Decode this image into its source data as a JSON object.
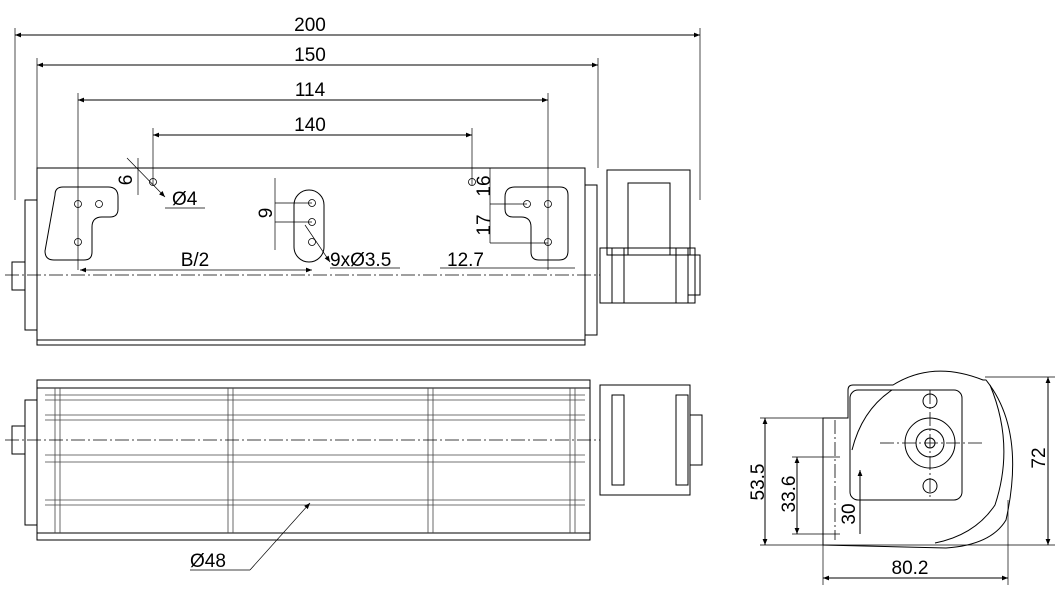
{
  "drawing": {
    "title": "Tangential fan dimension drawing",
    "top_view": {
      "dim_overall": "200",
      "dim_body": "150",
      "dim_bracket_outer": "114",
      "dim_bracket_holes": "140",
      "dim_hole_offset": "6",
      "dim_hole_diameter": "Ø4",
      "dim_slot_pitch": "9",
      "dim_slot_holes": "9xØ3.5",
      "dim_half": "B/2",
      "dim_bracket_offset": "12.7",
      "dim_bracket_top": "16",
      "dim_bracket_height": "17"
    },
    "front_view": {
      "dim_rotor_diameter": "Ø48"
    },
    "side_view": {
      "dim_height_53": "53.5",
      "dim_height_33": "33.6",
      "dim_height_30": "30",
      "dim_height_72": "72",
      "dim_width": "80.2"
    }
  }
}
